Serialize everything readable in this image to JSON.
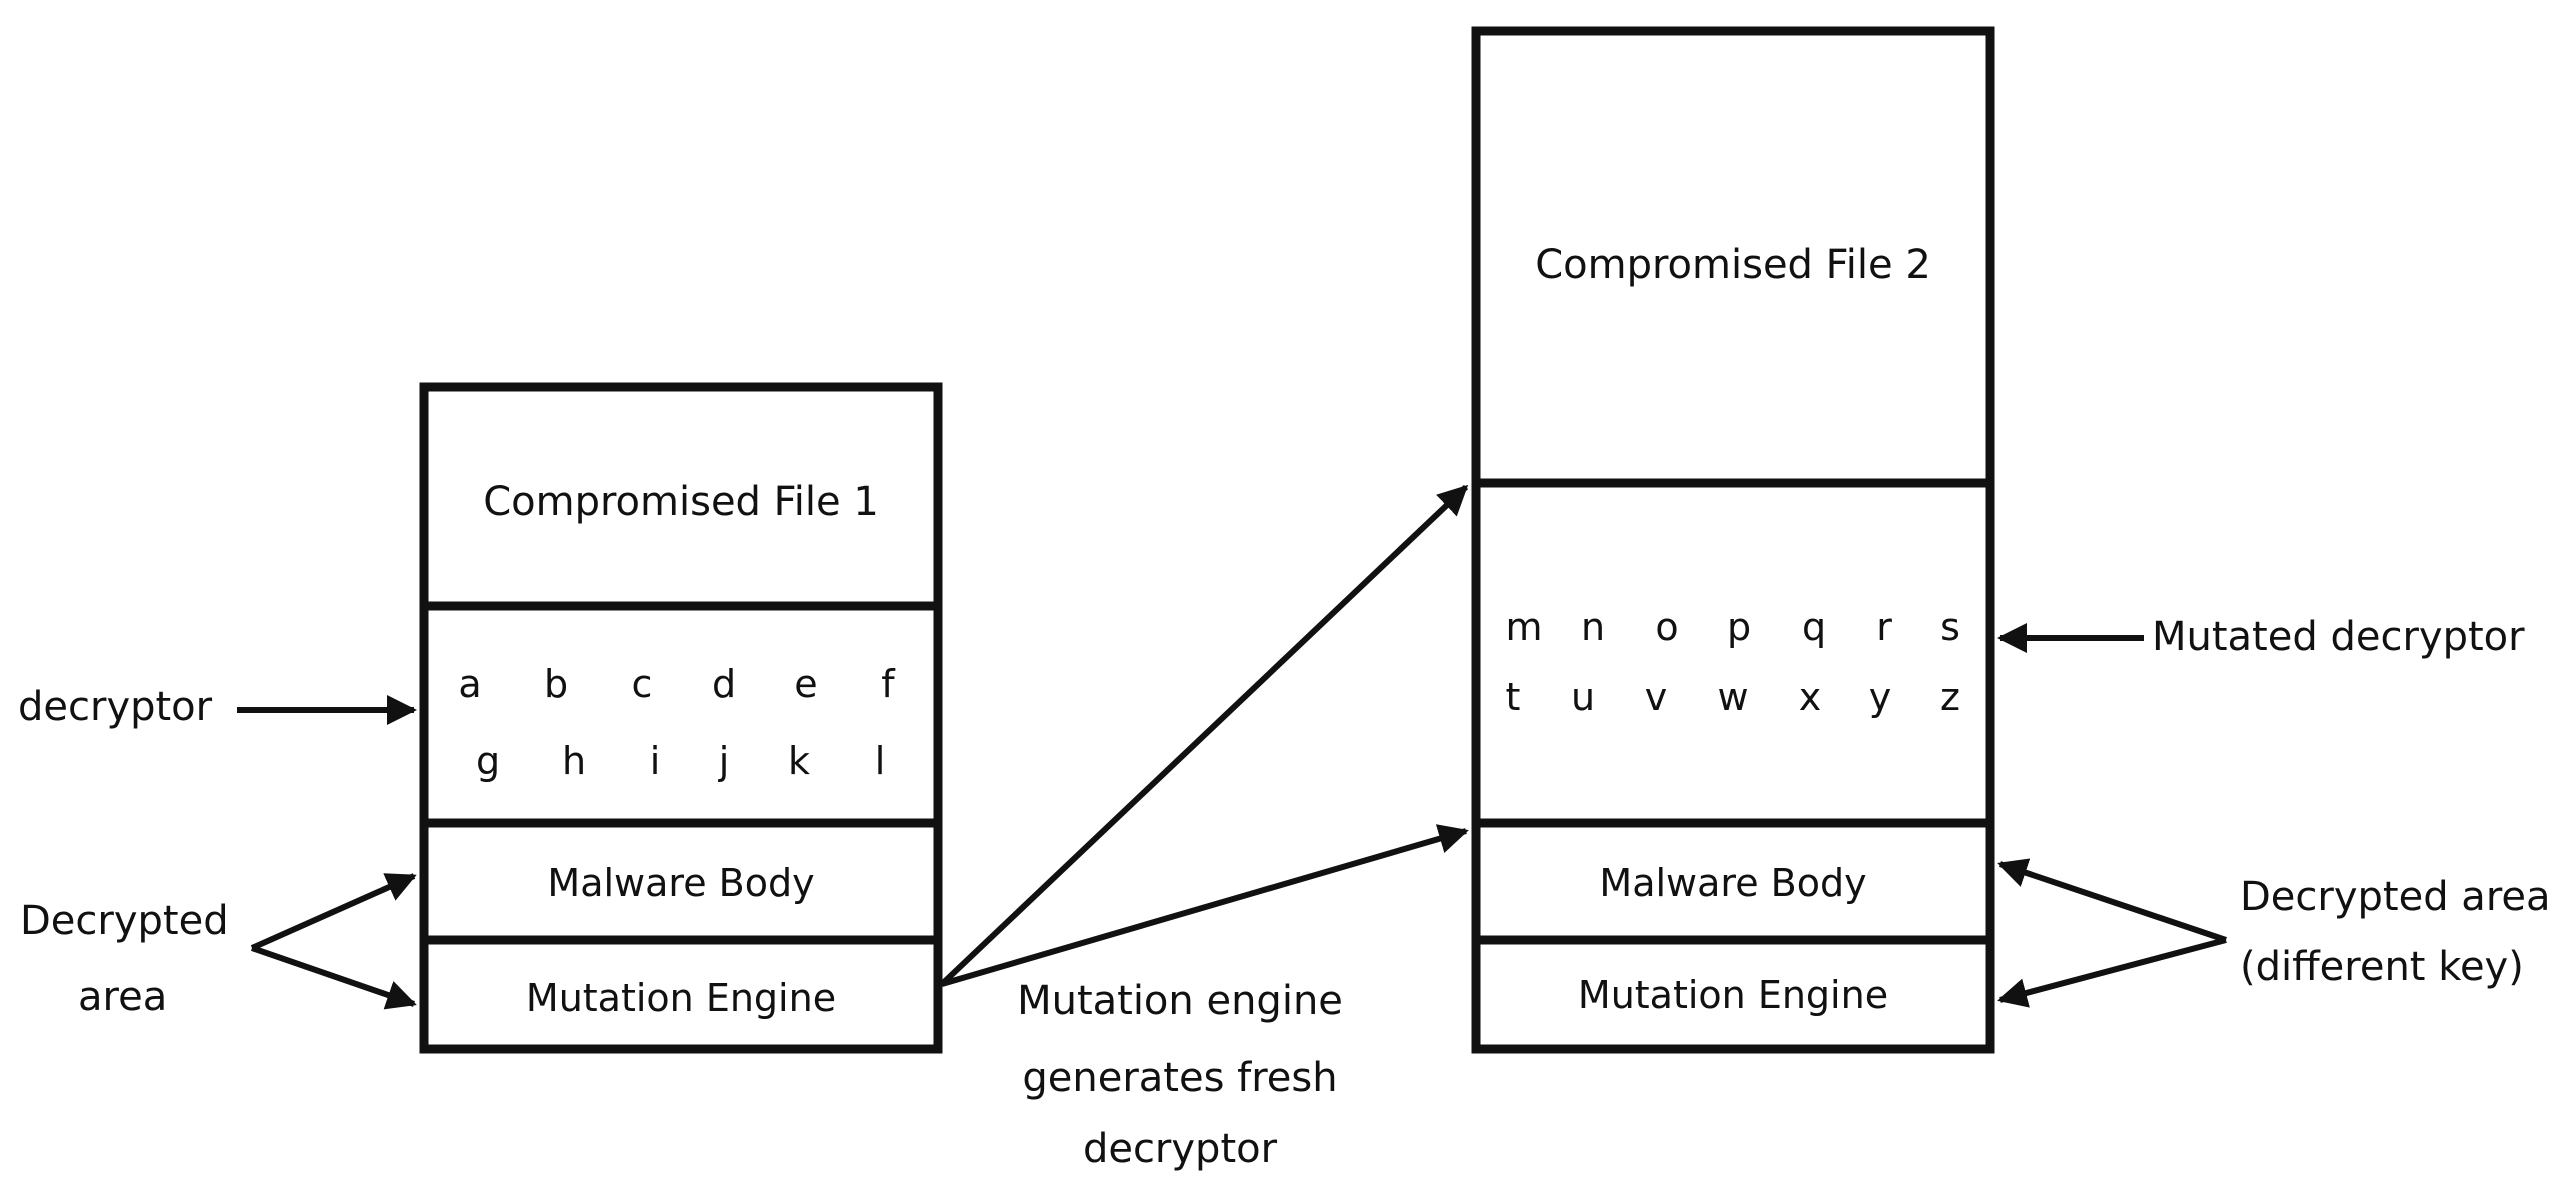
{
  "file1": {
    "title": "Compromised File 1",
    "letters_row1": [
      "a",
      "b",
      "c",
      "d",
      "e",
      "f"
    ],
    "letters_row2": [
      "g",
      "h",
      "i",
      "j",
      "k",
      "l"
    ],
    "malware_body": "Malware Body",
    "mutation_engine": "Mutation Engine"
  },
  "file2": {
    "title": "Compromised File 2",
    "letters_row1": [
      "m",
      "n",
      "o",
      "p",
      "q",
      "r",
      "s"
    ],
    "letters_row2": [
      "t",
      "u",
      "v",
      "w",
      "x",
      "y",
      "z"
    ],
    "malware_body": "Malware Body",
    "mutation_engine": "Mutation Engine"
  },
  "labels": {
    "decryptor": "decryptor",
    "decrypted_area_line1": "Decrypted",
    "decrypted_area_line2": "area",
    "mutation_note_line1": "Mutation engine",
    "mutation_note_line2": "generates fresh",
    "mutation_note_line3": "decryptor",
    "mutated_decryptor": "Mutated decryptor",
    "decrypted_area_key_line1": "Decrypted area",
    "decrypted_area_key_line2": "(different key)"
  }
}
